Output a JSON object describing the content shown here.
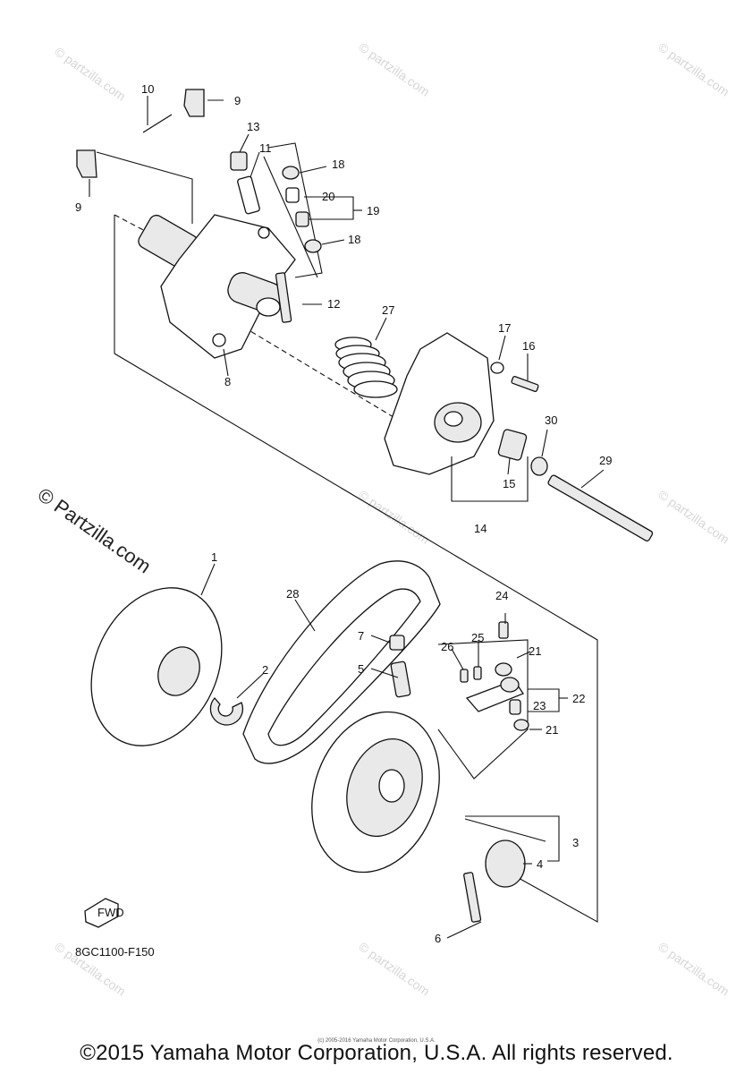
{
  "diagram": {
    "callouts": [
      "1",
      "2",
      "3",
      "4",
      "5",
      "6",
      "7",
      "8",
      "9",
      "9",
      "10",
      "11",
      "12",
      "13",
      "14",
      "15",
      "16",
      "17",
      "18",
      "18",
      "19",
      "20",
      "21",
      "21",
      "22",
      "23",
      "24",
      "25",
      "26",
      "27",
      "28",
      "29",
      "30"
    ],
    "diagram_code": "8GC1100-F150",
    "fwd_label": "FWD",
    "watermark": "© Partzilla.com",
    "watermark_small": "© partzilla.com",
    "tiny_notice": "(c) 2005-2016 Yamaha Motor Corporation, U.S.A.",
    "copyright": "©2015 Yamaha Motor Corporation, U.S.A. All rights reserved."
  }
}
